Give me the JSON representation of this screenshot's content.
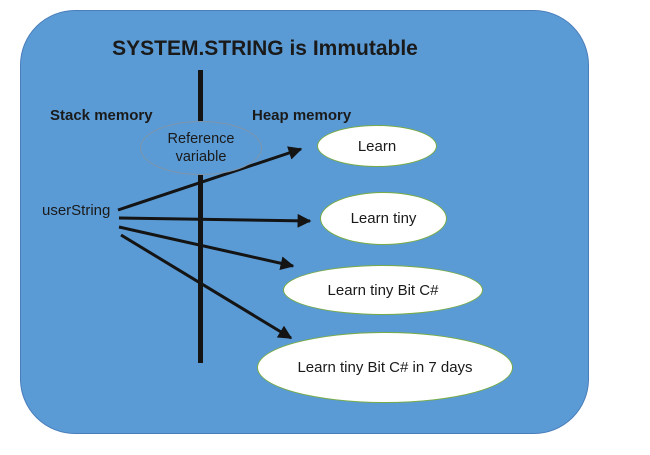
{
  "title": "SYSTEM.STRING is Immutable",
  "regions": {
    "stack_label": "Stack memory",
    "heap_label": "Heap memory"
  },
  "stack_items": {
    "variable_name": "userString"
  },
  "reference_node": {
    "line1": "Reference",
    "line2": "variable"
  },
  "heap_objects": [
    {
      "label": "Learn"
    },
    {
      "label": "Learn tiny"
    },
    {
      "label": "Learn tiny Bit C#"
    },
    {
      "label": "Learn tiny Bit C# in 7 days"
    }
  ],
  "colors": {
    "panel_fill": "#5b9bd5",
    "panel_border": "#4a7ebb",
    "heap_border": "#77ab46",
    "heap_fill": "#ffffff",
    "ref_border": "#7e95ab",
    "line_color": "#141414",
    "text_color": "#1a1a1a"
  }
}
